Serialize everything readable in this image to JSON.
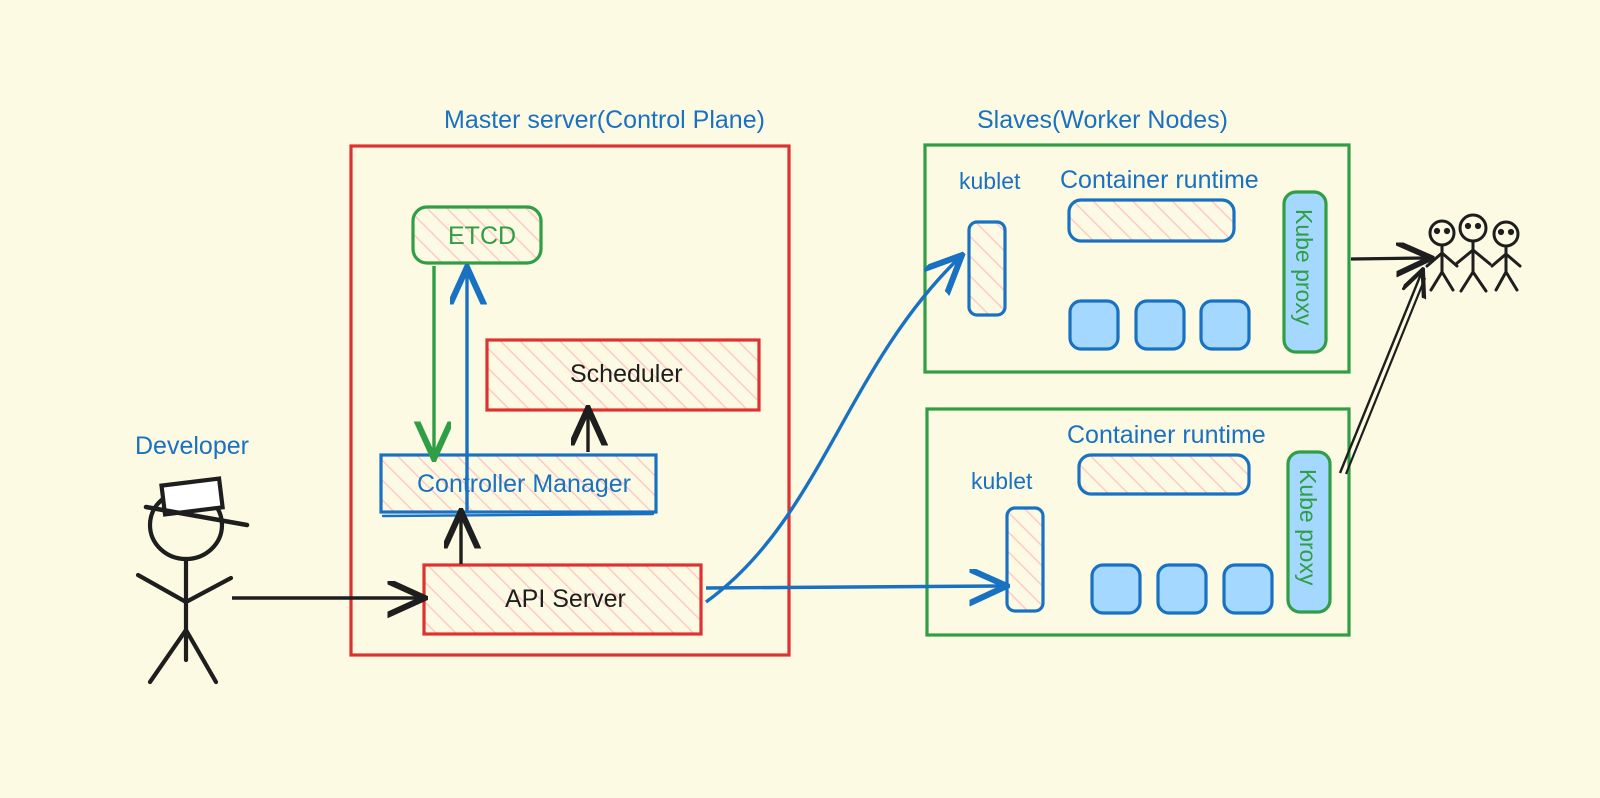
{
  "diagram": {
    "title_master": "Master server(Control Plane)",
    "title_slaves": "Slaves(Worker Nodes)",
    "actor_developer": "Developer",
    "master_components": {
      "etcd": "ETCD",
      "scheduler": "Scheduler",
      "controller_manager": "Controller Manager",
      "api_server": "API Server"
    },
    "worker_node_1": {
      "kublet": "kublet",
      "container_runtime": "Container runtime",
      "kube_proxy": "Kube proxy"
    },
    "worker_node_2": {
      "kublet": "kublet",
      "container_runtime": "Container runtime",
      "kube_proxy": "Kube proxy"
    },
    "colors": {
      "background": "#fdfae3",
      "blue": "#1971c2",
      "red": "#e03131",
      "green": "#2f9e44",
      "black": "#1e1e1e",
      "pod_fill": "#a5d8ff",
      "hatch": "#ffc9c9"
    }
  }
}
